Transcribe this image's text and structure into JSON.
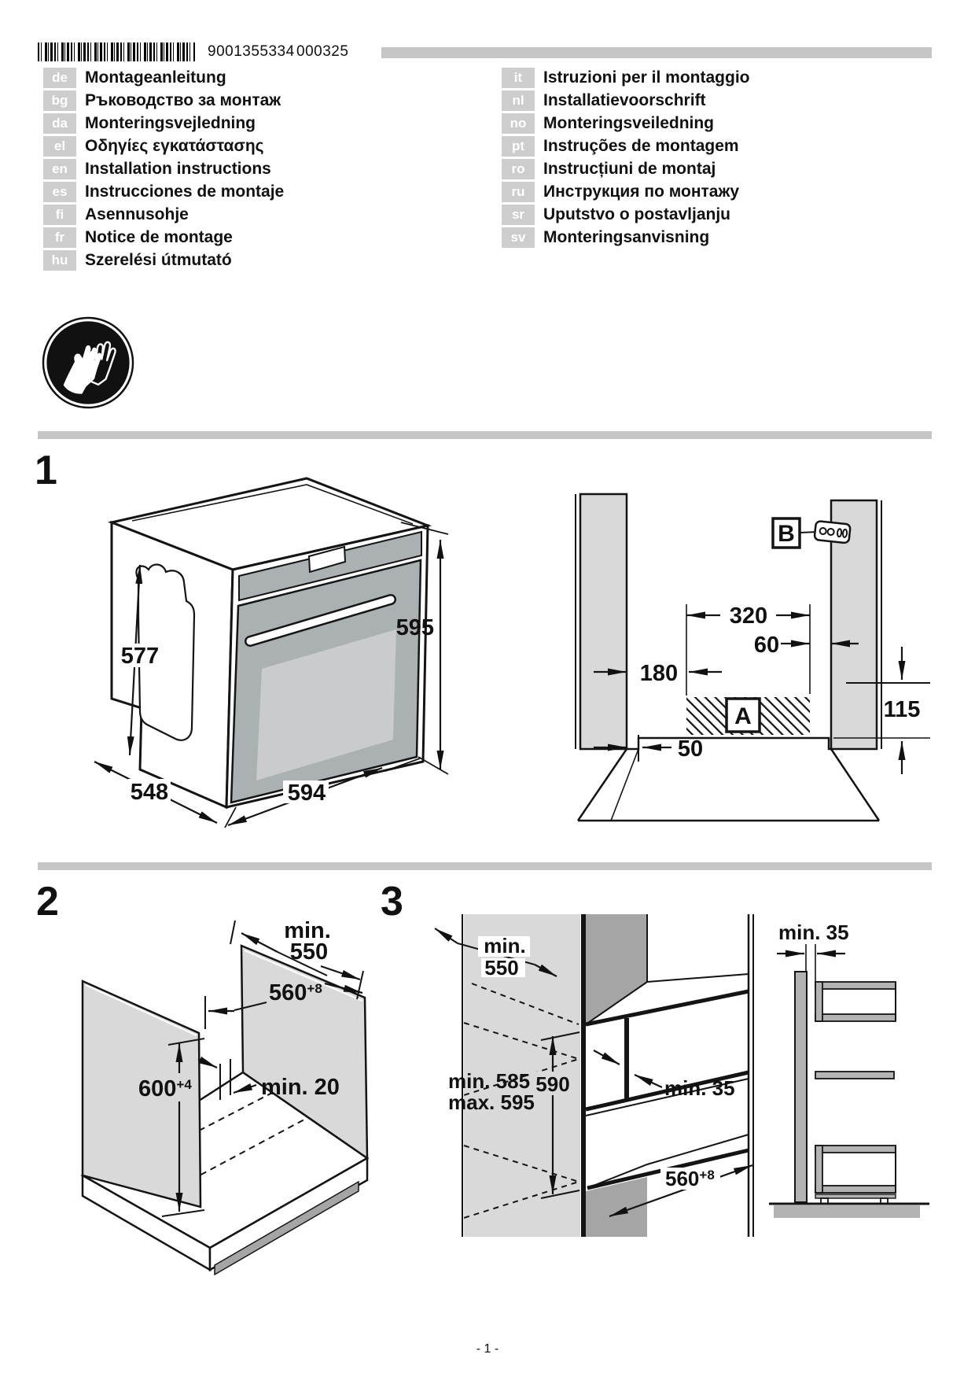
{
  "header": {
    "barcode_number": "9001355334",
    "batch_number": "000325"
  },
  "safety_icon": "wear-protective-gloves",
  "languages": {
    "left": [
      {
        "code": "de",
        "label": "Montageanleitung"
      },
      {
        "code": "bg",
        "label": "Ръководство за монтаж"
      },
      {
        "code": "da",
        "label": "Monteringsvejledning"
      },
      {
        "code": "el",
        "label": "Οδηγίες εγκατάστασης"
      },
      {
        "code": "en",
        "label": "Installation instructions"
      },
      {
        "code": "es",
        "label": "Instrucciones de montaje"
      },
      {
        "code": "fi",
        "label": "Asennusohje"
      },
      {
        "code": "fr",
        "label": "Notice de montage"
      },
      {
        "code": "hu",
        "label": "Szerelési útmutató"
      }
    ],
    "right": [
      {
        "code": "it",
        "label": "Istruzioni per il montaggio"
      },
      {
        "code": "nl",
        "label": "Installatievoorschrift"
      },
      {
        "code": "no",
        "label": "Monteringsveiledning"
      },
      {
        "code": "pt",
        "label": "Instruções de montagem"
      },
      {
        "code": "ro",
        "label": "Instrucțiuni de montaj"
      },
      {
        "code": "ru",
        "label": "Инструкция по монтажу"
      },
      {
        "code": "sr",
        "label": "Uputstvo o postavljanju"
      },
      {
        "code": "sv",
        "label": "Monteringsanvisning"
      }
    ]
  },
  "sections": {
    "one": {
      "number": "1",
      "oven": {
        "d595": "595",
        "d577": "577",
        "d548": "548",
        "d594": "594"
      },
      "niche": {
        "a": "A",
        "b": "B",
        "d320": "320",
        "d60": "60",
        "d180": "180",
        "d115": "115",
        "d50": "50"
      }
    },
    "two": {
      "number": "2",
      "min550_1": "min.",
      "min550_2": "550",
      "d560": "560",
      "d560sup": "+8",
      "d600": "600",
      "d600sup": "+4",
      "min20": "min. 20"
    },
    "three": {
      "number": "3",
      "min550_1": "min.",
      "min550_2": "550",
      "min585": "min. 585",
      "max595": "max. 595",
      "d590": "590",
      "min35": "min. 35",
      "d560": "560",
      "d560sup": "+8",
      "side_min35": "min. 35"
    }
  },
  "footer": {
    "page": "- 1 -"
  }
}
